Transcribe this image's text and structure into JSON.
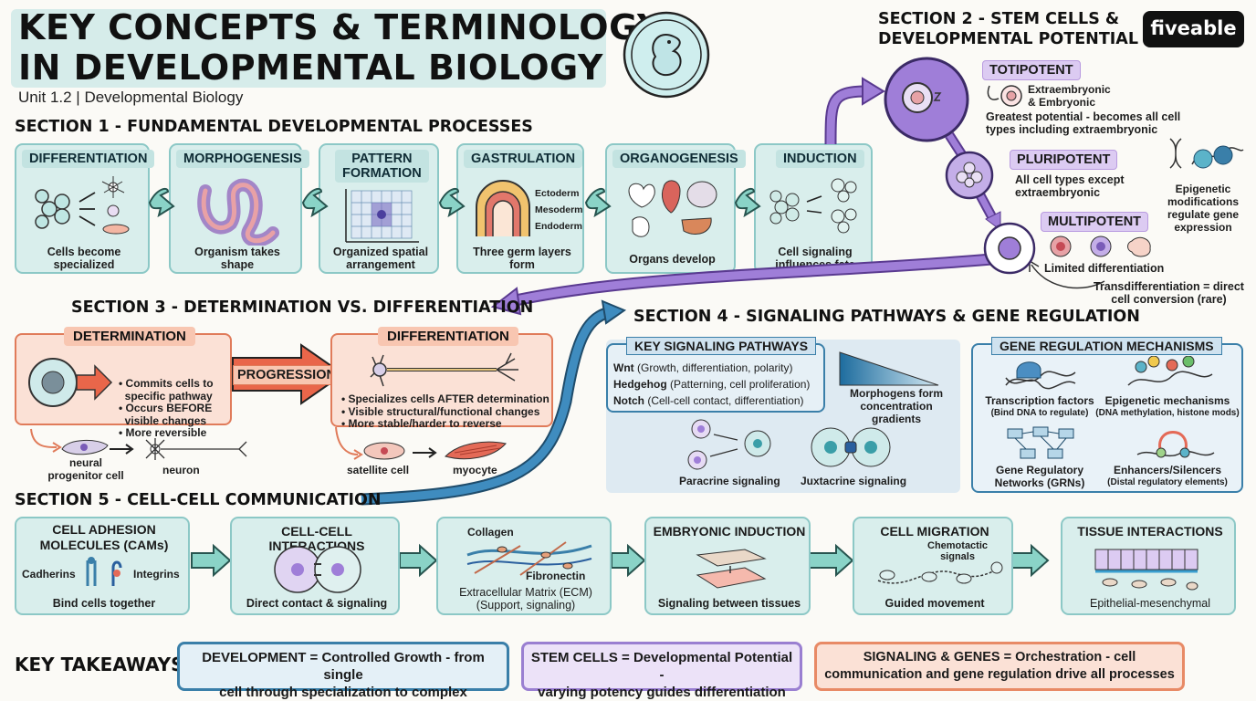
{
  "header": {
    "title_line1": "KEY CONCEPTS & TERMINOLOGY",
    "title_line2": "IN DEVELOPMENTAL BIOLOGY",
    "subtitle": "Unit 1.2 | Developmental Biology",
    "logo": "fiveable"
  },
  "section1": {
    "title": "SECTION 1 - FUNDAMENTAL DEVELOPMENTAL PROCESSES",
    "items": [
      {
        "label": "DIFFERENTIATION",
        "caption_line1": "Cells become",
        "caption_line2": "specialized"
      },
      {
        "label": "MORPHOGENESIS",
        "caption_line1": "Organism takes",
        "caption_line2": "shape"
      },
      {
        "label_line1": "PATTERN",
        "label_line2": "FORMATION",
        "caption_line1": "Organized spatial",
        "caption_line2": "arrangement"
      },
      {
        "label": "GASTRULATION",
        "caption_line1": "Three germ layers",
        "caption_line2": "form",
        "layers": [
          "Ectoderm",
          "Mesoderm",
          "Endoderm"
        ]
      },
      {
        "label": "ORGANOGENESIS",
        "caption_line1": "Organs develop",
        "caption_line2": ""
      },
      {
        "label": "INDUCTION",
        "caption_line1": "Cell signaling",
        "caption_line2": "influences fate"
      }
    ]
  },
  "section2": {
    "title_line1": "SECTION 2 - STEM CELLS &",
    "title_line2": "DEVELOPMENTAL POTENTIAL",
    "totipotent": {
      "label": "TOTIPOTENT",
      "note_line1": "Extraembryonic",
      "note_line2": "& Embryonic",
      "desc_line1": "Greatest potential - becomes all cell",
      "desc_line2": "types including extraembryonic"
    },
    "pluripotent": {
      "label": "PLURIPOTENT",
      "desc_line1": "All cell types except",
      "desc_line2": "extraembryonic"
    },
    "multipotent": {
      "label": "MULTIPOTENT",
      "desc": "Limited differentiation"
    },
    "epigenetic_line1": "Epigenetic",
    "epigenetic_line2": "modifications",
    "epigenetic_line3": "regulate gene",
    "epigenetic_line4": "expression",
    "transdiff_line1": "Transdifferentiation = direct",
    "transdiff_line2": "cell conversion (rare)"
  },
  "section3": {
    "title": "SECTION 3 - DETERMINATION VS. DIFFERENTIATION",
    "determination": {
      "label": "DETERMINATION",
      "bullets": [
        "• Commits cells to",
        "  specific pathway",
        "• Occurs BEFORE",
        "  visible changes",
        "• More reversible"
      ]
    },
    "progression": "PROGRESSION",
    "differentiation": {
      "label": "DIFFERENTIATION",
      "bullets": [
        "• Specializes cells AFTER determination",
        "• Visible structural/functional changes",
        "• More stable/harder to reverse"
      ]
    },
    "neural_line1": "neural",
    "neural_line2": "progenitor cell",
    "neuron": "neuron",
    "satellite": "satellite cell",
    "myocyte": "myocyte"
  },
  "section4": {
    "title": "SECTION 4 - SIGNALING PATHWAYS & GENE REGULATION",
    "pathways_label": "KEY SIGNALING PATHWAYS",
    "pathways": [
      {
        "name": "Wnt",
        "desc": " (Growth, differentiation, polarity)"
      },
      {
        "name": "Hedgehog",
        "desc": " (Patterning, cell proliferation)"
      },
      {
        "name": "Notch",
        "desc": " (Cell-cell contact, differentiation)"
      }
    ],
    "morphogens_line1": "Morphogens form",
    "morphogens_line2": "concentration gradients",
    "paracrine": "Paracrine signaling",
    "juxtacrine": "Juxtacrine signaling",
    "gene_label": "GENE REGULATION MECHANISMS",
    "tf": {
      "title": "Transcription factors",
      "sub": "(Bind DNA to regulate)"
    },
    "epi": {
      "title": "Epigenetic mechanisms",
      "sub": "(DNA methylation, histone mods)"
    },
    "grn": {
      "title_line1": "Gene Regulatory",
      "title_line2": "Networks (GRNs)"
    },
    "enh": {
      "title": "Enhancers/Silencers",
      "sub": "(Distal regulatory elements)"
    }
  },
  "section5": {
    "title": "SECTION 5 - CELL-CELL COMMUNICATION",
    "cam": {
      "label_line1": "CELL ADHESION",
      "label_line2": "MOLECULES (CAMs)",
      "left": "Cadherins",
      "right": "Integrins",
      "caption": "Bind cells together"
    },
    "cci": {
      "label": "CELL-CELL INTERACTIONS",
      "caption": "Direct contact & signaling"
    },
    "ecm": {
      "top": "Collagen",
      "mid": "Fibronectin",
      "caption_line1": "Extracellular Matrix (ECM)",
      "caption_line2": "(Support, signaling)"
    },
    "emb": {
      "label": "EMBRYONIC INDUCTION",
      "caption": "Signaling between tissues"
    },
    "mig": {
      "label": "CELL MIGRATION",
      "note_line1": "Chemotactic",
      "note_line2": "signals",
      "caption": "Guided movement"
    },
    "tis": {
      "label": "TISSUE INTERACTIONS",
      "caption": "Epithelial-mesenchymal"
    }
  },
  "takeaways": {
    "label": "KEY TAKEAWAYS",
    "items": [
      {
        "line1": "DEVELOPMENT = Controlled Growth - from single",
        "line2": "cell through specialization to complex structures",
        "color": "#3a7fa9",
        "bg": "#e4f0f7"
      },
      {
        "line1": "STEM CELLS = Developmental Potential -",
        "line2": "varying potency guides differentiation",
        "color": "#9a7fd1",
        "bg": "#ece2f8"
      },
      {
        "line1": "SIGNALING & GENES = Orchestration - cell",
        "line2": "communication and gene regulation drive all processes",
        "color": "#e88a66",
        "bg": "#fbe1d6"
      }
    ]
  }
}
